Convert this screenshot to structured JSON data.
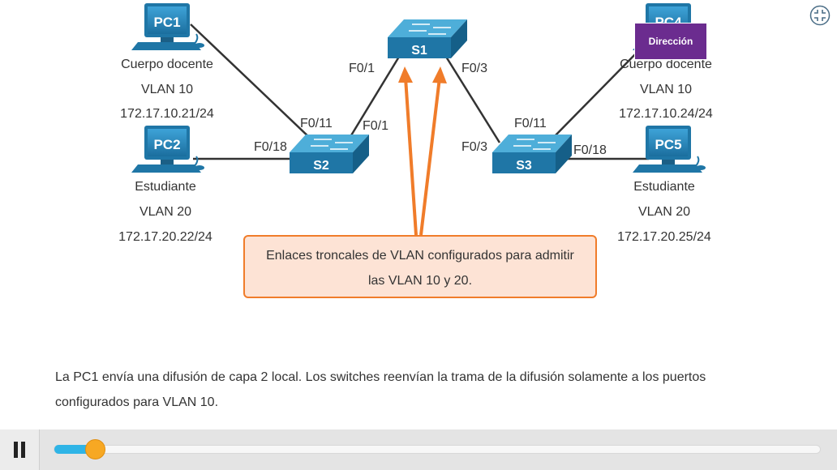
{
  "devices": {
    "pc1": {
      "name": "PC1",
      "role": "Cuerpo docente",
      "vlan": "VLAN 10",
      "ip": "172.17.10.21/24"
    },
    "pc2": {
      "name": "PC2",
      "role": "Estudiante",
      "vlan": "VLAN 20",
      "ip": "172.17.20.22/24"
    },
    "pc4": {
      "name": "PC4",
      "role": "Cuerpo docente",
      "vlan": "VLAN 10",
      "ip": "172.17.10.24/24"
    },
    "pc5": {
      "name": "PC5",
      "role": "Estudiante",
      "vlan": "VLAN 20",
      "ip": "172.17.20.25/24"
    },
    "s1": {
      "name": "S1"
    },
    "s2": {
      "name": "S2"
    },
    "s3": {
      "name": "S3"
    }
  },
  "ports": {
    "s1_f01": "F0/1",
    "s1_f03": "F0/3",
    "s2_f011": "F0/11",
    "s2_f01": "F0/1",
    "s2_f018": "F0/18",
    "s3_f03": "F0/3",
    "s3_f011": "F0/11",
    "s3_f018": "F0/18"
  },
  "callout": {
    "line1": "Enlaces troncales de VLAN configurados para admitir",
    "line2": "las VLAN 10 y 20."
  },
  "overlay": {
    "direccion": "Dirección"
  },
  "caption": {
    "line1": "La PC1 envía una difusión de capa 2 local. Los switches reenvían la trama de la difusión solamente a los puertos",
    "line2": "configurados para VLAN 10."
  },
  "player": {
    "progress": 0.053
  },
  "icons": {
    "fullscreen": "collapse-icon",
    "pause": "pause-icon"
  },
  "colors": {
    "accent_orange": "#f07c2a",
    "device_blue": "#1f76a6",
    "overlay_purple": "#6b2c8f",
    "progress_blue": "#2fb4e6",
    "knob_orange": "#f7a823"
  }
}
